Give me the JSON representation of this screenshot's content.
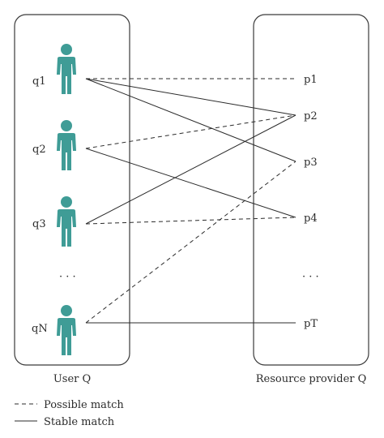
{
  "users": {
    "box_label": "User Q",
    "items": [
      {
        "label": "q1"
      },
      {
        "label": "q2"
      },
      {
        "label": "q3"
      },
      {
        "label": "qN"
      }
    ],
    "ellipsis": "· · ·"
  },
  "providers": {
    "box_label": "Resource provider Q",
    "items": [
      {
        "label": "p1"
      },
      {
        "label": "p2"
      },
      {
        "label": "p3"
      },
      {
        "label": "p4"
      },
      {
        "label": "pT"
      }
    ],
    "ellipsis": "· · ·"
  },
  "legend": {
    "possible": "Possible match",
    "stable": "Stable match"
  },
  "colors": {
    "person": "#3f9c96",
    "line": "#2b2b2b",
    "box": "#3a3a3a"
  },
  "edges": [
    {
      "from": "q1",
      "to": "p1",
      "kind": "possible"
    },
    {
      "from": "q1",
      "to": "p2",
      "kind": "stable"
    },
    {
      "from": "q1",
      "to": "p3",
      "kind": "stable"
    },
    {
      "from": "q2",
      "to": "p2",
      "kind": "possible"
    },
    {
      "from": "q2",
      "to": "p4",
      "kind": "stable"
    },
    {
      "from": "q3",
      "to": "p2",
      "kind": "stable"
    },
    {
      "from": "q3",
      "to": "p4",
      "kind": "possible"
    },
    {
      "from": "qN",
      "to": "p3",
      "kind": "possible"
    },
    {
      "from": "qN",
      "to": "pT",
      "kind": "stable"
    }
  ]
}
